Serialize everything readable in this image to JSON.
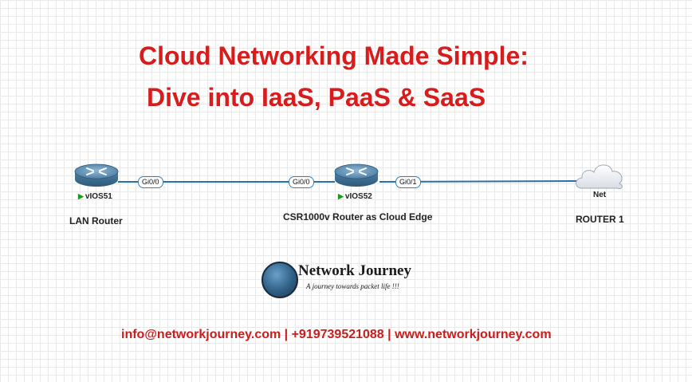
{
  "title": {
    "line1": "Cloud Networking Made Simple:",
    "line2": "Dive into IaaS, PaaS & SaaS"
  },
  "nodes": {
    "lan_router": {
      "name": "vIOS51",
      "caption": "LAN Router",
      "icon": "router-icon",
      "status": "running"
    },
    "edge_router": {
      "name": "vIOS52",
      "caption": "CSR1000v Router as Cloud Edge",
      "icon": "router-icon",
      "status": "running"
    },
    "cloud": {
      "name": "Net",
      "caption": "ROUTER 1",
      "icon": "cloud-icon"
    }
  },
  "links": [
    {
      "from": "vIOS51",
      "from_port": "Gi0/0",
      "to": "vIOS52",
      "to_port": "Gi0/0"
    },
    {
      "from": "vIOS52",
      "from_port": "Gi0/1",
      "to": "Net",
      "to_port": ""
    }
  ],
  "logo": {
    "title": "Network Journey",
    "tagline": "A journey towards packet life !!!",
    "icon": "globe-logo-icon"
  },
  "footer": "info@networkjourney.com | +919739521088 | www.networkjourney.com",
  "colors": {
    "title": "#d81c1c",
    "link": "#2d6fa3",
    "router": "#3f6f93",
    "status": "#1a9a1a"
  }
}
